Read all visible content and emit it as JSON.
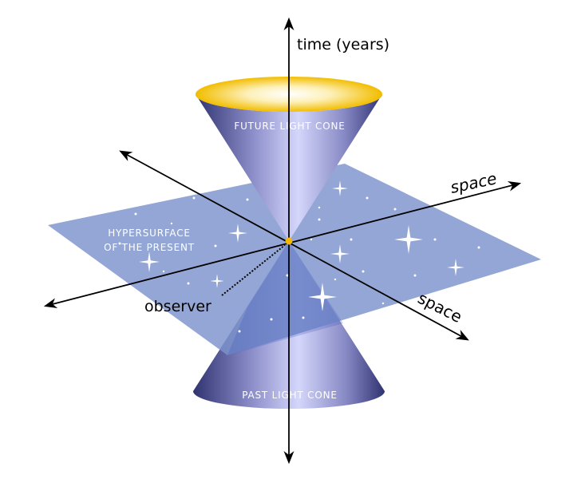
{
  "labels": {
    "time_axis": "time (years)",
    "space_axis_1": "space",
    "space_axis_2": "space",
    "observer": "observer",
    "hypersurface_line1": "HYPERSURFACE",
    "hypersurface_line2": "OF THE PRESENT",
    "future_cone": "FUTURE LIGHT CONE",
    "past_cone": "PAST LIGHT CONE"
  },
  "colors": {
    "plane": "#7b93cc",
    "cone_dark": "#363a78",
    "cone_light": "#d2d4fa",
    "cone_rim": "#f4c000",
    "observer_dot": "#f5b800"
  }
}
